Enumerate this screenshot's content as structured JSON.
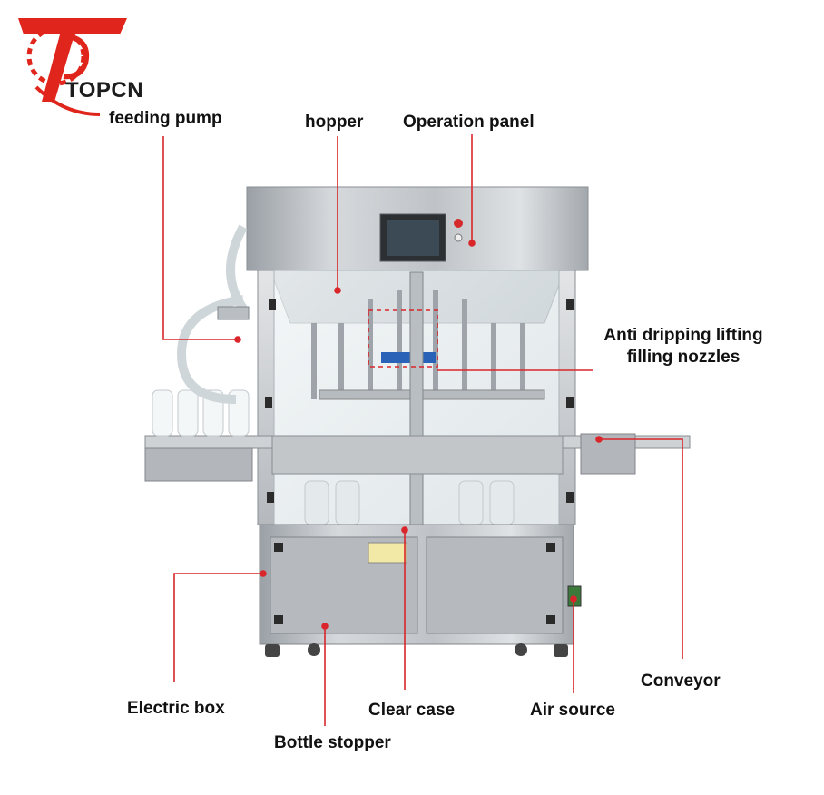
{
  "brand": {
    "name": "TOPCN",
    "accent_color": "#e0261c",
    "watermark": "TOPCN"
  },
  "callouts": {
    "feeding_pump": "feeding pump",
    "hopper": "hopper",
    "operation_panel": "Operation panel",
    "nozzles_line1": "Anti dripping lifting",
    "nozzles_line2": "filling nozzles",
    "conveyor": "Conveyor",
    "electric_box": "Electric box",
    "clear_case": "Clear case",
    "air_source": "Air source",
    "bottle_stopper": "Bottle stopper"
  },
  "line_color": "#d9262a"
}
